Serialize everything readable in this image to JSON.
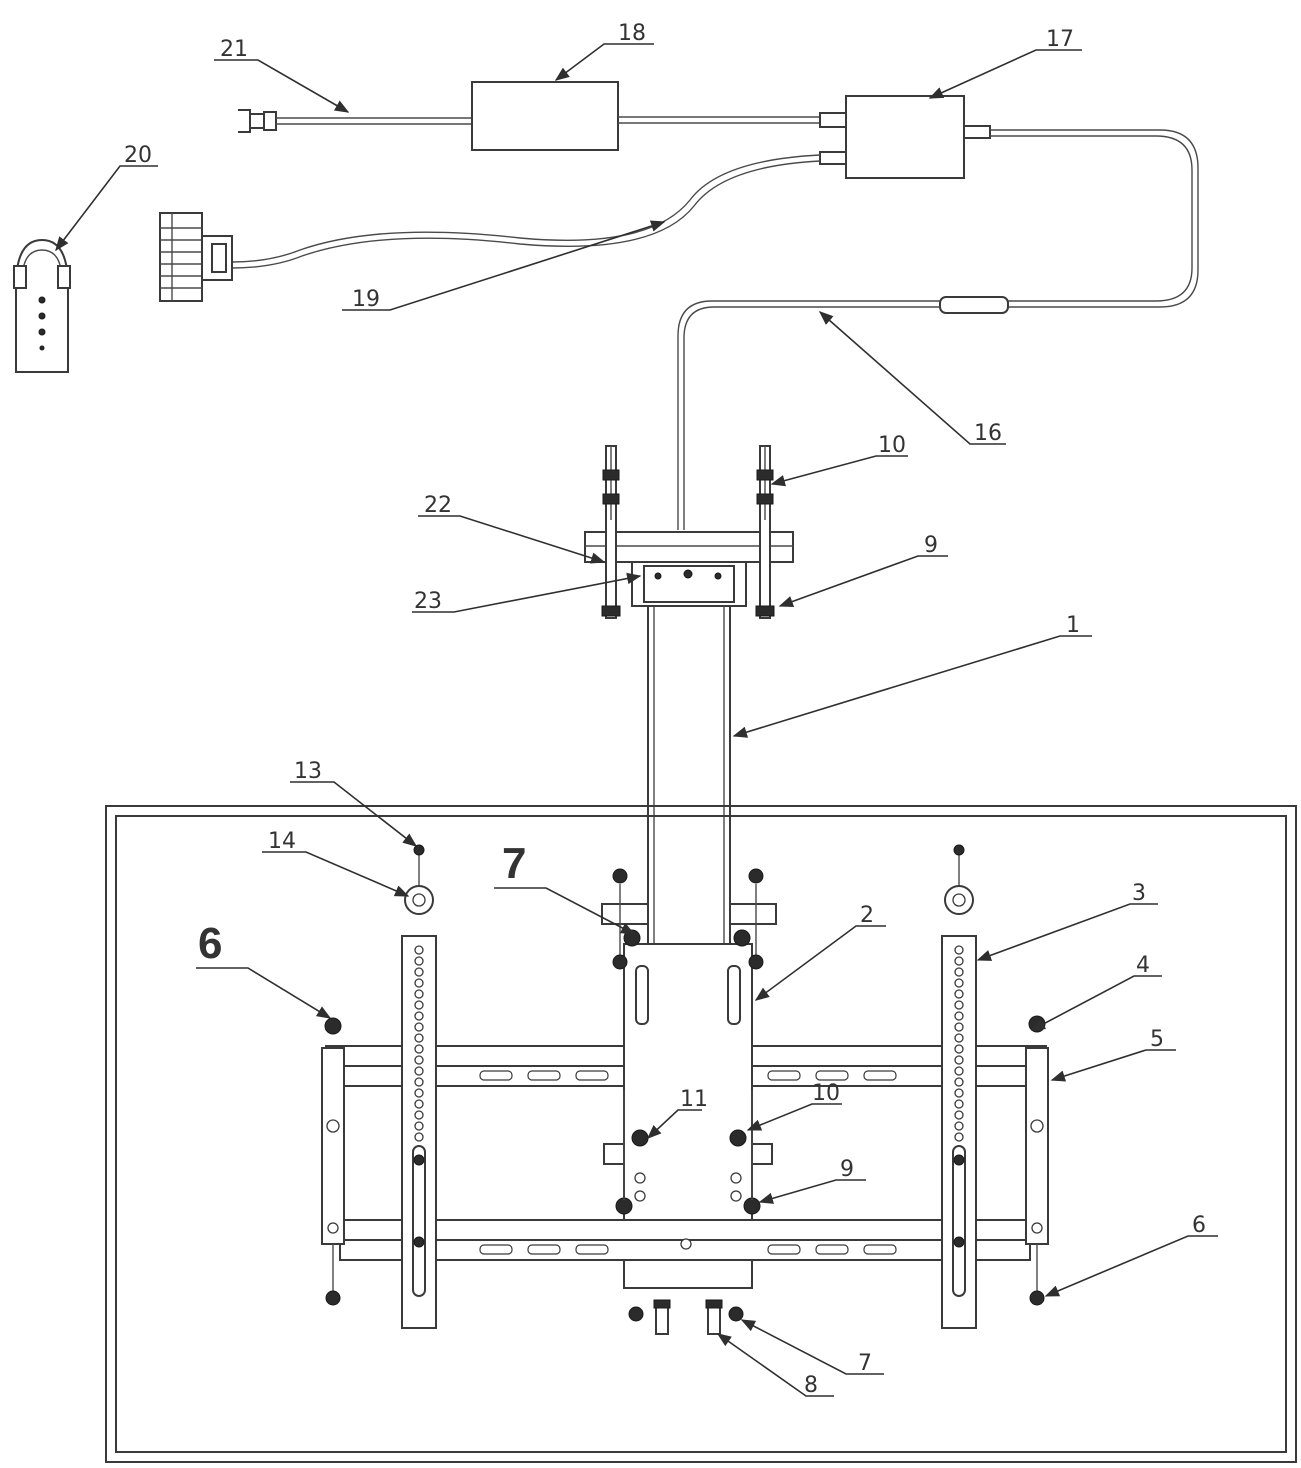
{
  "diagram": {
    "accent_label_color": "#e01b1b",
    "callouts": {
      "c1": "1",
      "c2": "2",
      "c3": "3",
      "c4": "4",
      "c5": "5",
      "c6_right": "6",
      "c6_left": "6",
      "c7_bottom": "7",
      "c7_top": "7",
      "c8": "8",
      "c9_top": "9",
      "c9_mid": "9",
      "c10_top": "10",
      "c10_mid": "10",
      "c11": "11",
      "c13": "13",
      "c14": "14",
      "c16": "16",
      "c17": "17",
      "c18": "18",
      "c19": "19",
      "c20": "20",
      "c21": "21",
      "c22": "22",
      "c23": "23"
    }
  }
}
